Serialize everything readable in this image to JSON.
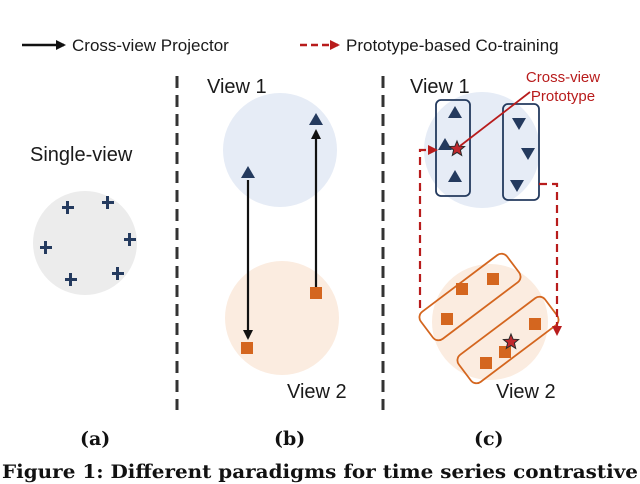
{
  "legend": {
    "projector_label": "Cross-view Projector",
    "cotraining_label": "Prototype-based Co-training"
  },
  "panel_a": {
    "title": "Single-view",
    "letter": "(a)"
  },
  "panel_b": {
    "view1_label": "View 1",
    "view2_label": "View 2",
    "letter": "(b)"
  },
  "panel_c": {
    "view1_label": "View 1",
    "view2_label": "View 2",
    "prototype_line1": "Cross-view",
    "prototype_line2": "Prototype",
    "letter": "(c)"
  },
  "caption": "Figure 1: Different paradigms for time series contrastive",
  "colors": {
    "view1_fill": "#e6ecf6",
    "view2_fill": "#fbece0",
    "single_fill": "#ececec",
    "navy": "#243a5e",
    "orange": "#d4661f",
    "red": "#b81c1c"
  }
}
